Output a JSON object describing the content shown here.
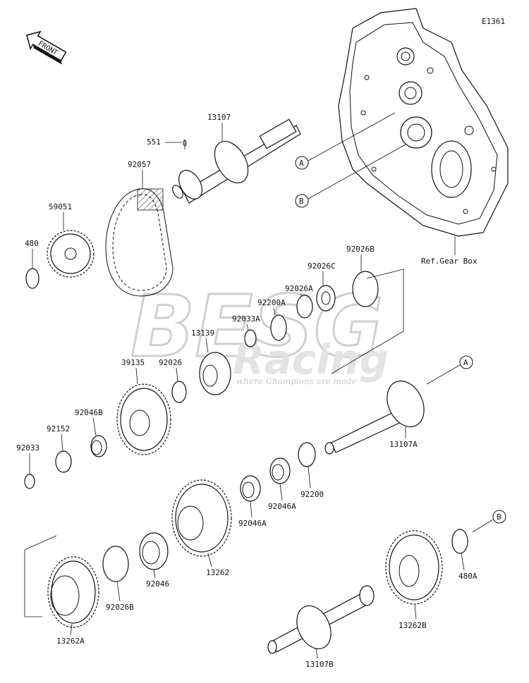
{
  "diagram_code": "E1361",
  "front_label": "FRONT",
  "ref_label": "Ref.Gear Box",
  "watermark": {
    "brand": "BESG",
    "sub": "Racing",
    "tagline": "where Champions are made"
  },
  "callouts": {
    "a": "A",
    "b": "B"
  },
  "parts": {
    "p551": "551",
    "p13107": "13107",
    "p92057": "92057",
    "p59051": "59051",
    "p480": "480",
    "p92026B_top": "92026B",
    "p92026C": "92026C",
    "p92026A": "92026A",
    "p92200A": "92200A",
    "p92033A": "92033A",
    "p13139": "13139",
    "p39135": "39135",
    "p92026": "92026",
    "p92046B": "92046B",
    "p92152": "92152",
    "p92033": "92033",
    "p13107A": "13107A",
    "p92200": "92200",
    "p92046A_1": "92046A",
    "p92046A_2": "92046A",
    "p13262": "13262",
    "p92046": "92046",
    "p92026B_bot": "92026B",
    "p13262A": "13262A",
    "p13262B": "13262B",
    "p480A": "480A",
    "p13107B": "13107B"
  }
}
